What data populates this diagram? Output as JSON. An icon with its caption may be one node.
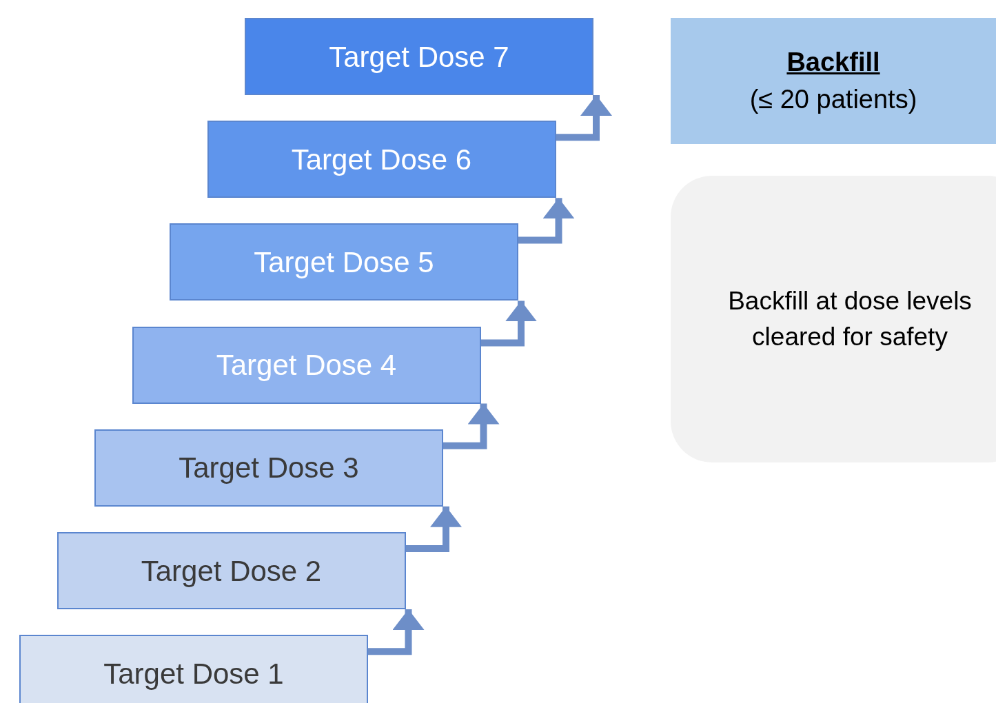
{
  "diagram": {
    "nodes": [
      {
        "text": [
          "Target Dose 7"
        ]
      },
      {
        "text": [
          "Target Dose 6"
        ]
      },
      {
        "text": [
          "Target Dose 5"
        ]
      },
      {
        "text": [
          "Target Dose 4"
        ]
      },
      {
        "text": [
          "Target Dose 3"
        ]
      },
      {
        "text": [
          "Target Dose 2"
        ]
      },
      {
        "text": [
          "Target Dose 1"
        ]
      },
      {
        "text": [
          "Backfill",
          "(≤ 20 patients)"
        ]
      },
      {
        "text": [
          "Backfill at dose levels cleared for safety"
        ]
      }
    ],
    "edges": [
      {
        "from": 6,
        "to": 5,
        "arrow": "to"
      },
      {
        "from": 5,
        "to": 4,
        "arrow": "to"
      },
      {
        "from": 4,
        "to": 3,
        "arrow": "to"
      },
      {
        "from": 3,
        "to": 2,
        "arrow": "to"
      },
      {
        "from": 2,
        "to": 1,
        "arrow": "to"
      },
      {
        "from": 1,
        "to": 0,
        "arrow": "to"
      }
    ]
  }
}
